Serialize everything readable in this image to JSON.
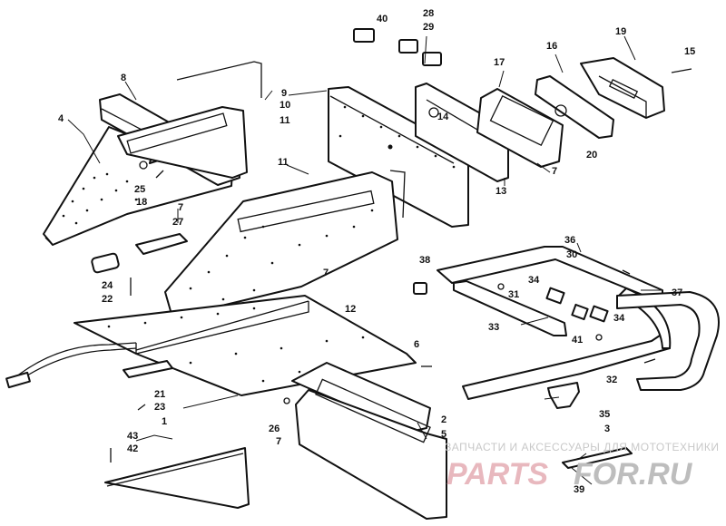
{
  "callouts": [
    {
      "id": "c40",
      "text": "40"
    },
    {
      "id": "c28",
      "text": "28"
    },
    {
      "id": "c29",
      "text": "29"
    },
    {
      "id": "c17",
      "text": "17"
    },
    {
      "id": "c16",
      "text": "16"
    },
    {
      "id": "c19",
      "text": "19"
    },
    {
      "id": "c15",
      "text": "15"
    },
    {
      "id": "c8",
      "text": "8"
    },
    {
      "id": "c9",
      "text": "9"
    },
    {
      "id": "c10",
      "text": "10"
    },
    {
      "id": "c11a",
      "text": "11"
    },
    {
      "id": "c14",
      "text": "14"
    },
    {
      "id": "c4",
      "text": "4"
    },
    {
      "id": "c20",
      "text": "20"
    },
    {
      "id": "c11b",
      "text": "11"
    },
    {
      "id": "c7a",
      "text": "7"
    },
    {
      "id": "c25",
      "text": "25"
    },
    {
      "id": "c18",
      "text": "18"
    },
    {
      "id": "c13",
      "text": "13"
    },
    {
      "id": "c7b",
      "text": "7"
    },
    {
      "id": "c27",
      "text": "27"
    },
    {
      "id": "c36",
      "text": "36"
    },
    {
      "id": "c30",
      "text": "30"
    },
    {
      "id": "c38",
      "text": "38"
    },
    {
      "id": "c24",
      "text": "24"
    },
    {
      "id": "c7c",
      "text": "7"
    },
    {
      "id": "c22",
      "text": "22"
    },
    {
      "id": "c12",
      "text": "12"
    },
    {
      "id": "c34a",
      "text": "34"
    },
    {
      "id": "c31",
      "text": "31"
    },
    {
      "id": "c37",
      "text": "37"
    },
    {
      "id": "c34b",
      "text": "34"
    },
    {
      "id": "c33",
      "text": "33"
    },
    {
      "id": "c6",
      "text": "6"
    },
    {
      "id": "c41",
      "text": "41"
    },
    {
      "id": "c21",
      "text": "21"
    },
    {
      "id": "c32",
      "text": "32"
    },
    {
      "id": "c23",
      "text": "23"
    },
    {
      "id": "c1",
      "text": "1"
    },
    {
      "id": "c2",
      "text": "2"
    },
    {
      "id": "c35",
      "text": "35"
    },
    {
      "id": "c26",
      "text": "26"
    },
    {
      "id": "c5",
      "text": "5"
    },
    {
      "id": "c3",
      "text": "3"
    },
    {
      "id": "c43",
      "text": "43"
    },
    {
      "id": "c7d",
      "text": "7"
    },
    {
      "id": "c42",
      "text": "42"
    },
    {
      "id": "c39",
      "text": "39"
    }
  ],
  "watermark": {
    "line1": "ЗАПЧАСТИ И АКСЕССУАРЫ ДЛЯ МОТОТЕХНИКИ",
    "brand_a": "PARTS",
    "brand_b": "FOR.RU"
  }
}
